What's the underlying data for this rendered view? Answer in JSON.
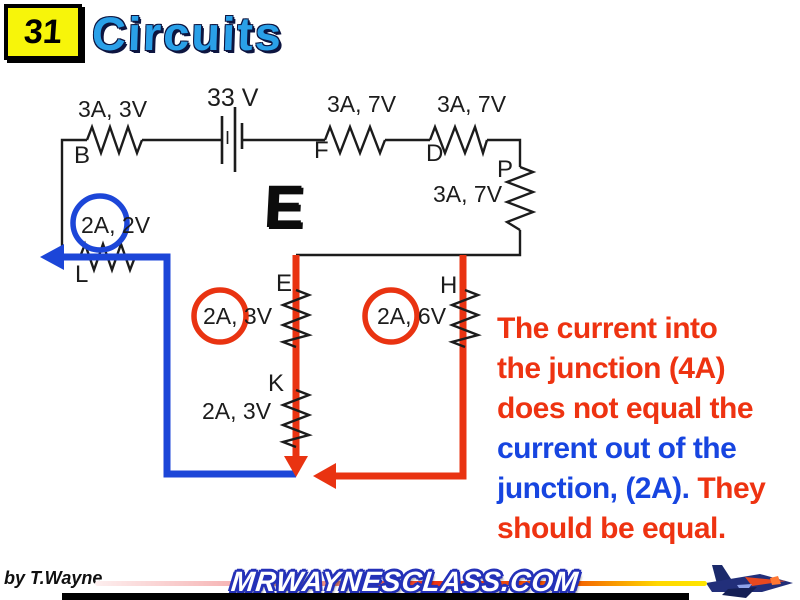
{
  "header": {
    "slide_number": "31",
    "title": "Circuits"
  },
  "circuit": {
    "components": {
      "b": {
        "name": "B",
        "value": "3A, 3V"
      },
      "battery": {
        "name": "I",
        "value": "33 V"
      },
      "f": {
        "name": "F",
        "value": "3A, 7V"
      },
      "d": {
        "name": "D",
        "value": "3A, 7V"
      },
      "p": {
        "name": "P",
        "value": "3A, 7V"
      },
      "l": {
        "name": "L",
        "value": "2A, 2V"
      },
      "e": {
        "name": "E",
        "value": "2A, 3V"
      },
      "h": {
        "name": "H",
        "value": "2A, 6V"
      },
      "k": {
        "name": "K",
        "value": "2A, 3V"
      }
    },
    "answer_letter": "E"
  },
  "annotation": {
    "line1": "The current into",
    "line2": "the junction (4A)",
    "line3": "does not equal the",
    "line4": "current out of the",
    "line5_blue": "junction, (2A).",
    "line5_red": " They",
    "line6": "should be equal."
  },
  "footer": {
    "byline": "by T.Wayne",
    "site": "MRWAYNESCLASS.COM"
  },
  "colors": {
    "annotation_red": "#EE3311",
    "annotation_blue": "#1745E0",
    "title_blue": "#2AA0E8",
    "badge_yellow": "#F7F50A",
    "wire_black": "#1c1c1c"
  }
}
